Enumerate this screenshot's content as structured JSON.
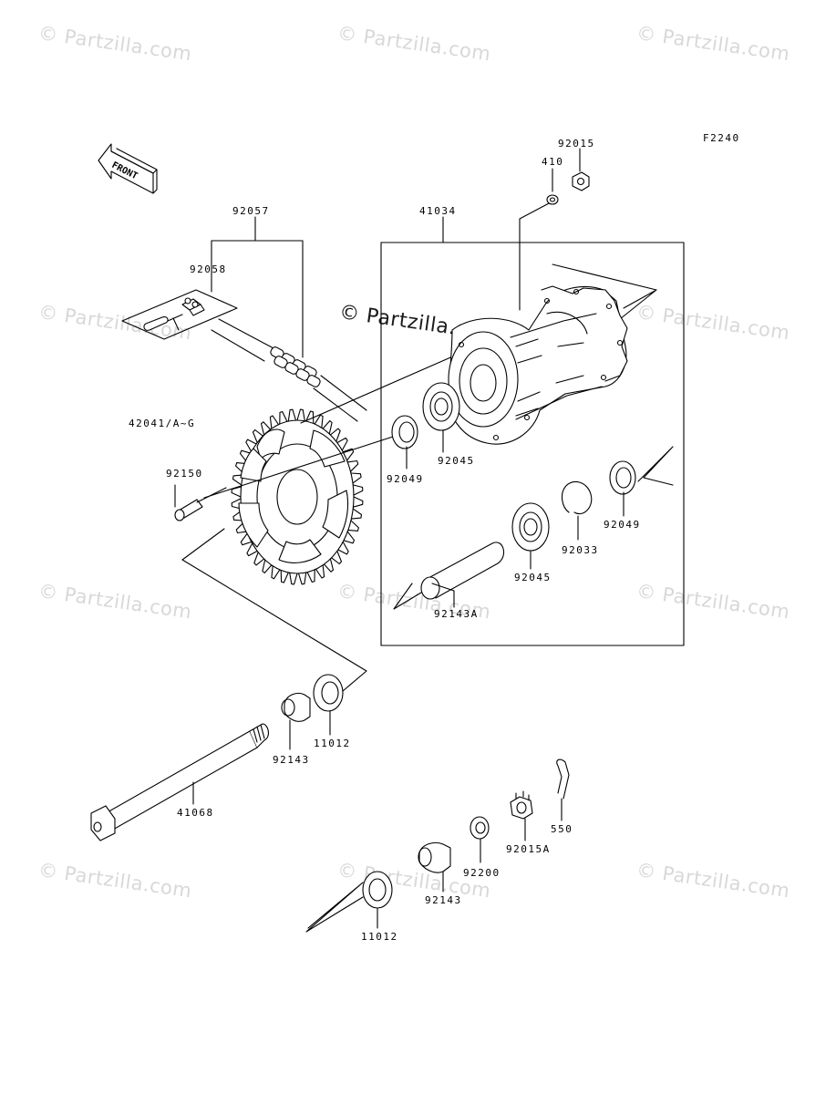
{
  "diagram": {
    "code": "F2240",
    "front_label": "FRONT",
    "watermark": "© Partzilla.com",
    "parts": {
      "p92015": "92015",
      "p410": "410",
      "p41034": "41034",
      "p92057": "92057",
      "p92058": "92058",
      "p42041": "42041/A~G",
      "p92150": "92150",
      "p92049a": "92049",
      "p92045a": "92045",
      "p92049b": "92049",
      "p92033": "92033",
      "p92045b": "92045",
      "p92143a": "92143A",
      "p11012a": "11012",
      "p92143b": "92143",
      "p41068": "41068",
      "p550": "550",
      "p92015a": "92015A",
      "p92200": "92200",
      "p92143c": "92143",
      "p11012b": "11012"
    }
  }
}
